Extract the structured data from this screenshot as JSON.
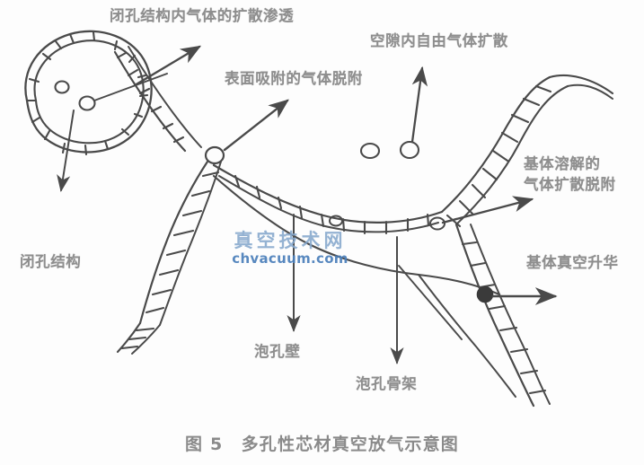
{
  "figure": {
    "caption": "图 5　多孔性芯材真空放气示意图",
    "caption_number": "图 5",
    "caption_title": "多孔性芯材真空放气示意图"
  },
  "watermark": {
    "chinese": "真空技术网",
    "domain": "chvacuum.com",
    "color": "#7ba2cc"
  },
  "labels": {
    "closed_cell_gas_diffusion": "闭孔结构内气体的扩散渗透",
    "free_gas_in_void": "空隙内自由气体扩散",
    "surface_adsorbed_desorption": "表面吸附的气体脱附",
    "matrix_dissolved_line1": "基体溶解的",
    "matrix_dissolved_line2": "气体扩散脱附",
    "matrix_vacuum_sublimation": "基体真空升华",
    "closed_cell_structure": "闭孔结构",
    "cell_wall": "泡孔壁",
    "cell_strut": "泡孔骨架"
  },
  "style": {
    "ink": "#4a4a4a",
    "label_color": "#8e8e8e",
    "caption_color": "#8a8a8a",
    "background": "#fdfdfd"
  }
}
